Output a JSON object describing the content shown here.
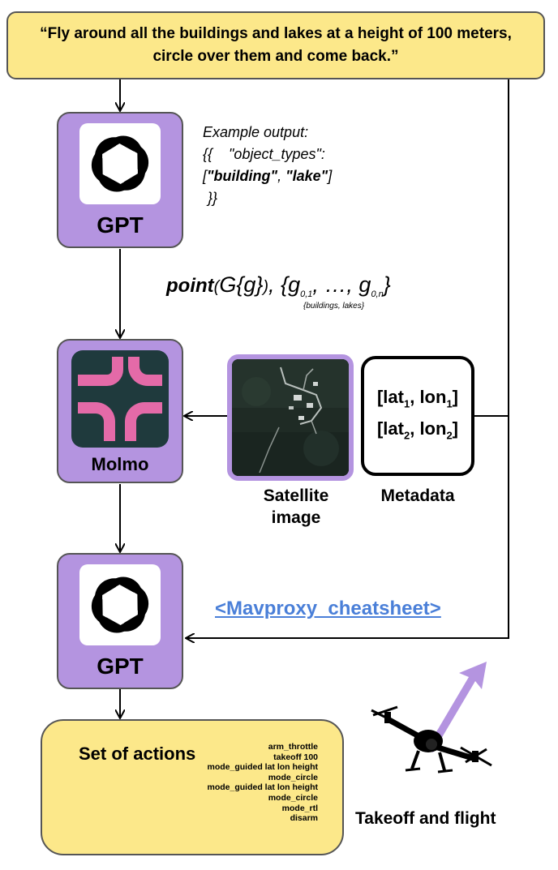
{
  "prompt": "“Fly around all the buildings and lakes at a height of 100 meters, circle over them and come back.”",
  "gpt_block_1": {
    "label": "GPT",
    "icon": "openai-logo-icon"
  },
  "example_output": {
    "heading": "Example output:",
    "line1_open": "{{",
    "line1_key": "\"object_types\":",
    "line2_open": "[",
    "item1": "\"building\"",
    "sep": ", ",
    "item2": "\"lake\"",
    "line2_close": "]",
    "line3": "}}"
  },
  "point_expression": {
    "func": "point",
    "open": "(",
    "G": "G{g}",
    "close": ")",
    "comma": ", ",
    "set_open": "{g",
    "sub1": "0,1",
    "mid": ", …, g",
    "sub2": "0,n",
    "set_close": "}",
    "note": "{buildings, lakes}"
  },
  "molmo_block": {
    "label": "Molmo",
    "icon": "molmo-logo-icon"
  },
  "satellite": {
    "caption_line1": "Satellite",
    "caption_line2": "image"
  },
  "metadata": {
    "caption": "Metadata",
    "row1_a": "[lat",
    "row1_sub_a": "1",
    "row1_b": ", lon",
    "row1_sub_b": "1",
    "row1_c": "]",
    "row2_a": "[lat",
    "row2_sub_a": "2",
    "row2_b": ", lon",
    "row2_sub_b": "2",
    "row2_c": "]"
  },
  "gpt_block_2": {
    "label": "GPT",
    "icon": "openai-logo-icon"
  },
  "cheatsheet_link": "<Mavproxy_cheatsheet>",
  "actions": {
    "title": "Set of actions",
    "items": [
      "arm_throttle",
      "takeoff 100",
      "mode_guided lat lon height",
      "mode_circle",
      "mode_guided lat lon height",
      "mode_circle",
      "mode_rtl",
      "disarm"
    ]
  },
  "takeoff_caption": "Takeoff and flight",
  "colors": {
    "prompt_fill": "#fce88a",
    "block_fill": "#b494e0",
    "molmo_tile": "#1f3a3d",
    "molmo_petals": "#e46aa8",
    "link": "#4a7fd8",
    "arrow_up": "#b494e0"
  }
}
